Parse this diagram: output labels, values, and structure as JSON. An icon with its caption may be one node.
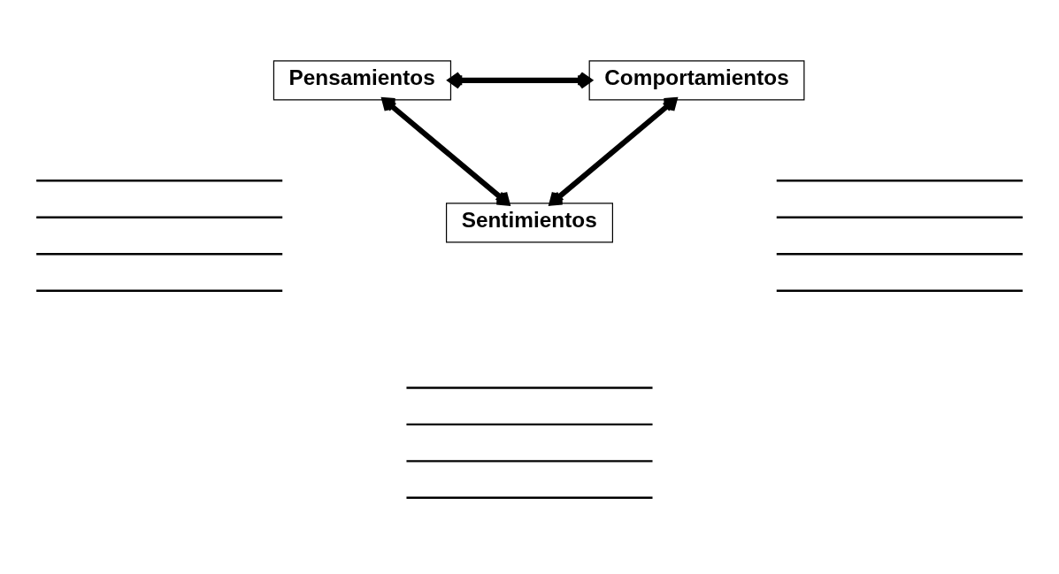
{
  "diagram": {
    "nodes": [
      {
        "text": [
          "Pensamientos"
        ]
      },
      {
        "text": [
          "Comportamientos"
        ]
      },
      {
        "text": [
          "Sentimientos"
        ]
      }
    ],
    "edges": [
      {
        "from": 0,
        "to": 1,
        "arrow": "both"
      },
      {
        "from": 0,
        "to": 2,
        "arrow": "both"
      },
      {
        "from": 1,
        "to": 2,
        "arrow": "both"
      }
    ]
  }
}
